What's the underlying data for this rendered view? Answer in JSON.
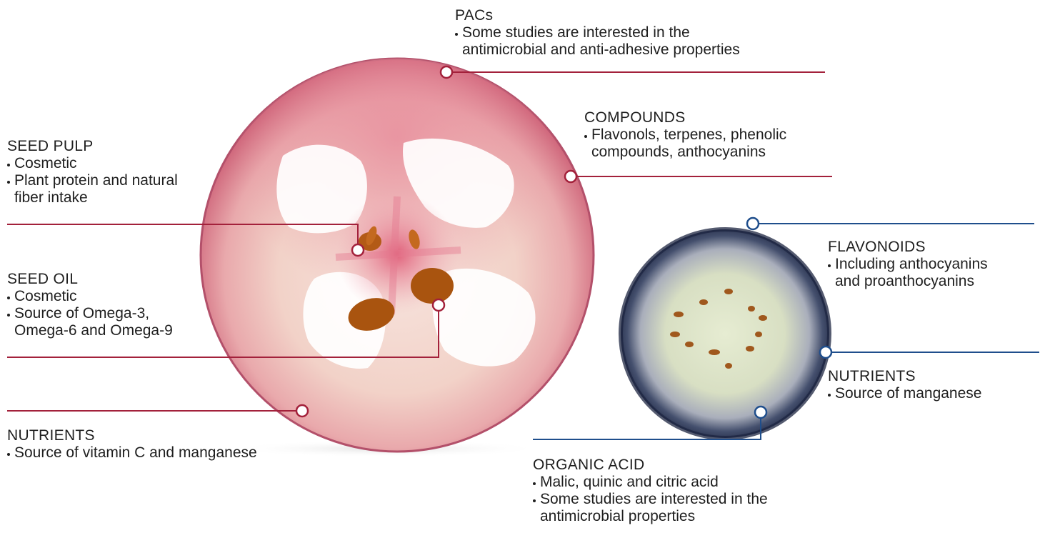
{
  "colors": {
    "cranberry_line": "#a3213b",
    "blueberry_line": "#1f4e8c",
    "text": "#1f1f1f"
  },
  "cranberry": {
    "pacs": {
      "title": "PACs",
      "bullets": [
        "Some studies are interested in the antimicrobial and anti-adhesive properties"
      ],
      "lines": [
        "Some studies are interested in the",
        "antimicrobial and anti-adhesive properties"
      ]
    },
    "compounds": {
      "title": "COMPOUNDS",
      "lines": [
        "Flavonols, terpenes, phenolic",
        "compounds, anthocyanins"
      ]
    },
    "seed_pulp": {
      "title": "SEED PULP",
      "b1": "Cosmetic",
      "b2_lines": [
        "Plant protein and natural",
        "fiber intake"
      ]
    },
    "seed_oil": {
      "title": "SEED OIL",
      "b1": "Cosmetic",
      "b2_lines": [
        "Source of Omega-3,",
        "Omega-6 and Omega-9"
      ]
    },
    "nutrients": {
      "title": "NUTRIENTS",
      "b1": "Source of vitamin C and manganese"
    }
  },
  "blueberry": {
    "flavonoids": {
      "title": "FLAVONOIDS",
      "lines": [
        "Including anthocyanins",
        "and proanthocyanins"
      ]
    },
    "nutrients": {
      "title": "NUTRIENTS",
      "b1": "Source of manganese"
    },
    "organic_acid": {
      "title": "ORGANIC ACID",
      "b1": "Malic, quinic and citric acid",
      "b2_lines": [
        "Some studies are interested in the",
        "antimicrobial properties"
      ]
    }
  }
}
